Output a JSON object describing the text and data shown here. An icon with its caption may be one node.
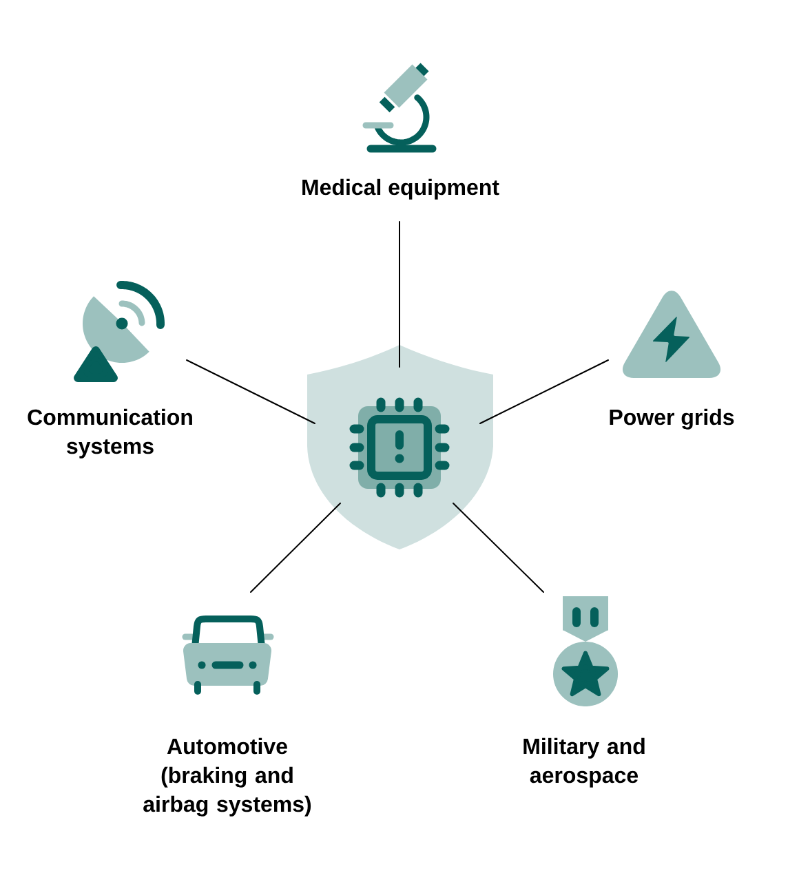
{
  "diagram": {
    "nodes": [
      {
        "text": [],
        "shape": "picture"
      },
      {
        "text": [
          "Medical equipment"
        ]
      },
      {
        "text": [
          "Communication systems"
        ]
      },
      {
        "text": [
          "Power grids"
        ]
      },
      {
        "text": [
          "Automotive (braking and airbag systems)"
        ]
      },
      {
        "text": [
          "Military and aerospace"
        ]
      }
    ],
    "edges": [
      {
        "from": 0,
        "to": 1,
        "arrow": "none"
      },
      {
        "from": 0,
        "to": 2,
        "arrow": "none"
      },
      {
        "from": 0,
        "to": 3,
        "arrow": "none"
      },
      {
        "from": 0,
        "to": 4,
        "arrow": "none"
      },
      {
        "from": 0,
        "to": 5,
        "arrow": "none"
      }
    ]
  }
}
